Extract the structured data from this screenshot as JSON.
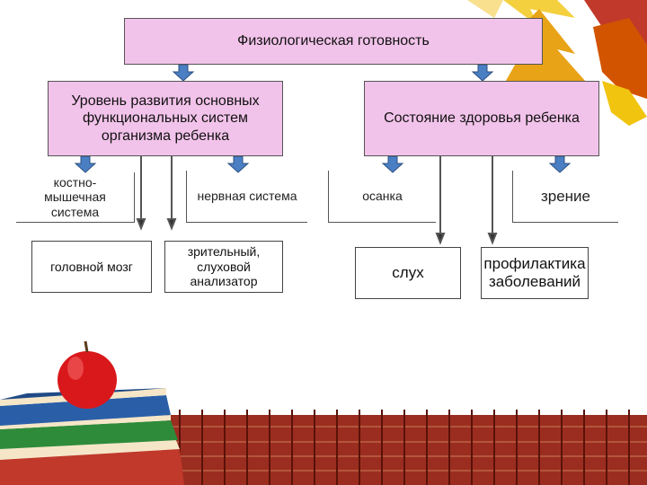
{
  "diagram": {
    "root": "Физиологическая готовность",
    "left_branch": "Уровень развития основных функциональных систем организма ребенка",
    "right_branch": "Состояние здоровья ребенка",
    "left_items": [
      "костно-мышечная система",
      "нервная система",
      "головной мозг",
      "зрительный, слуховой анализатор"
    ],
    "right_items": [
      "осанка",
      "зрение",
      "слух",
      "профилактика заболеваний"
    ]
  },
  "colors": {
    "box_fill": "#f2c3ea",
    "arrow_fill": "#4a7fc4",
    "apple": "#d9181c",
    "fence": "#8b1a1a"
  },
  "decor": [
    "autumn-leaves-image",
    "apple-on-books-image",
    "fence-image"
  ]
}
